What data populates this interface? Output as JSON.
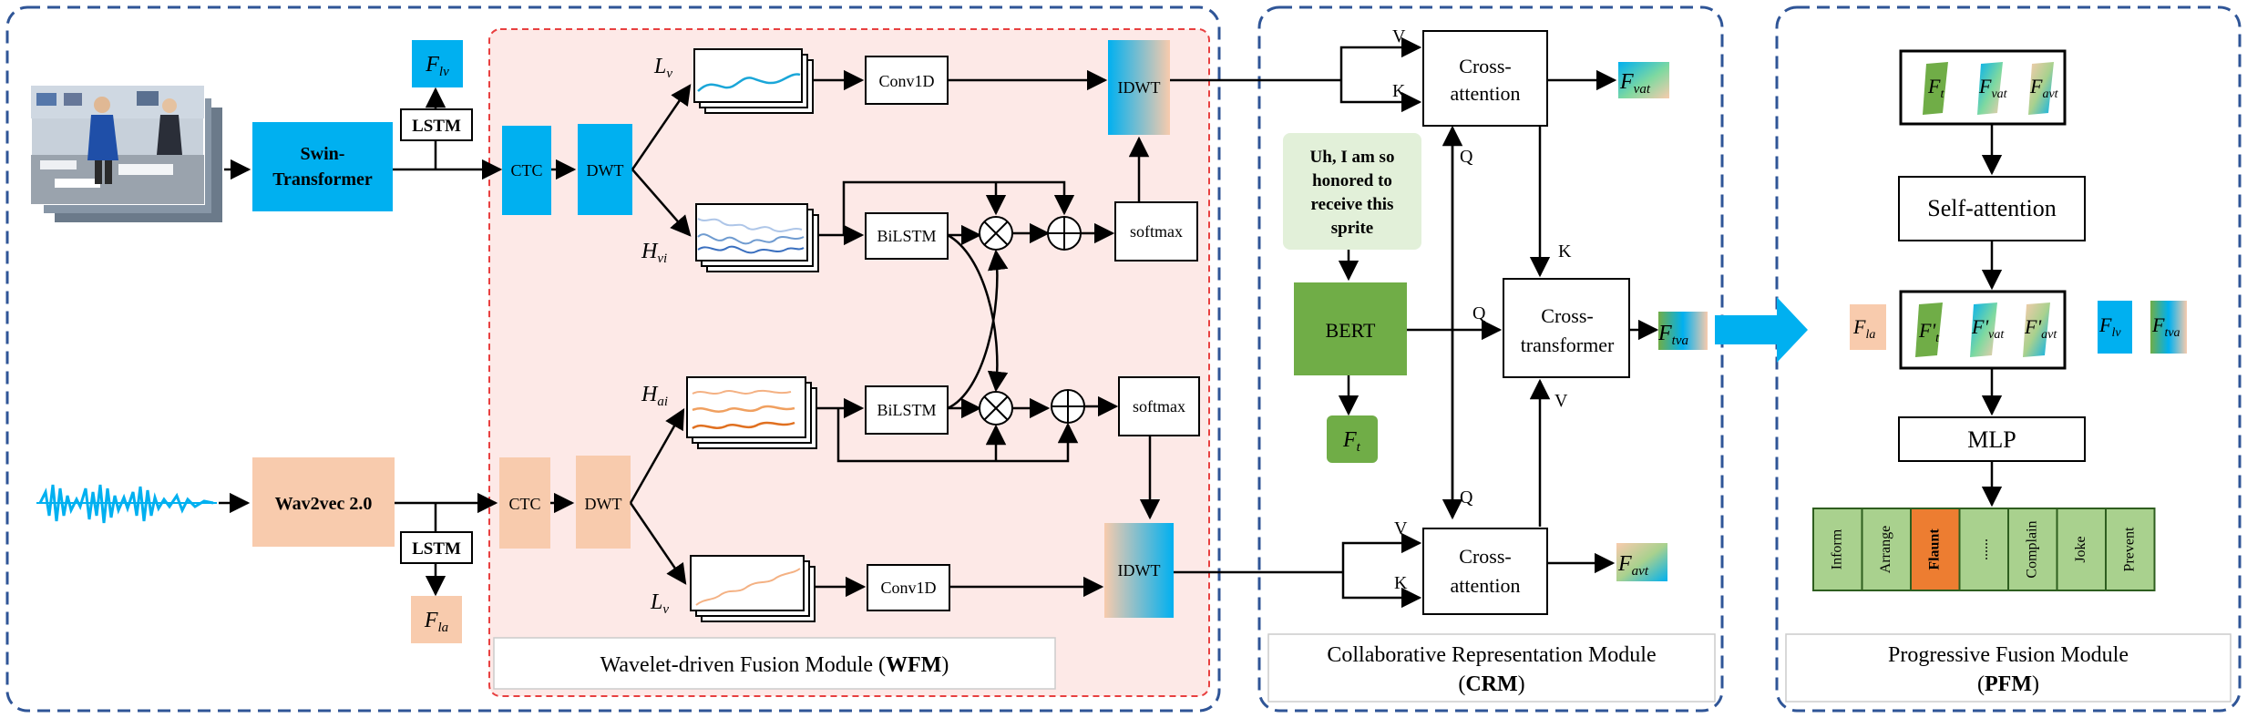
{
  "video_input": {
    "swin": "Swin-Transformer",
    "lstm": "LSTM",
    "f_lv": "F",
    "f_lv_sub": "lv"
  },
  "audio_input": {
    "wav2vec": "Wav2vec 2.0",
    "lstm": "LSTM",
    "f_la": "F",
    "f_la_sub": "la"
  },
  "wfm": {
    "ctc": "CTC",
    "dwt": "DWT",
    "conv1d": "Conv1D",
    "bilstm": "BiLSTM",
    "idwt": "IDWT",
    "softmax": "softmax",
    "L_v": "L",
    "L_v_sub": "v",
    "H_vi": "H",
    "H_vi_sub": "vi",
    "H_ai": "H",
    "H_ai_sub": "ai",
    "caption_text": "Wavelet-driven Fusion Module (",
    "caption_bold": "WFM",
    "caption_end": ")"
  },
  "crm": {
    "cross_attention_a": "Cross-",
    "cross_attention_b": "attention",
    "cross_transformer_a": "Cross-",
    "cross_transformer_b": "transformer",
    "bert": "BERT",
    "text_bubble": [
      "Uh, I am so",
      "honored to",
      "receive this",
      "sprite"
    ],
    "V": "V",
    "K": "K",
    "Q": "Q",
    "f_vat": "F",
    "f_vat_sub": "vat",
    "f_avt": "F",
    "f_avt_sub": "avt",
    "f_tva": "F",
    "f_tva_sub": "tva",
    "f_t": "F",
    "f_t_sub": "t",
    "caption_line1": "Collaborative Representation Module",
    "caption_line2": "CRM"
  },
  "pfm": {
    "self_attention": "Self-attention",
    "mlp": "MLP",
    "classes": [
      "Inform",
      "Arrange",
      "Flaunt",
      "......",
      "Complain",
      "Joke",
      "Prevent"
    ],
    "highlight_class": "Flaunt",
    "caption_line1": "Progressive Fusion Module",
    "caption_line2": "PFM",
    "top_feats": [
      "t",
      "vat",
      "avt"
    ],
    "mid_feats": [
      "la",
      "t",
      "vat",
      "avt",
      "lv",
      "tva"
    ]
  },
  "colors": {
    "blue": "#00b0f0",
    "peach": "#f8cbad",
    "green": "#70ad47",
    "light_green": "#a9d18e",
    "orange": "#ed7d31",
    "panel_border": "#2f5597",
    "wfm_fill": "#fde9e7",
    "wfm_border": "#e84040"
  }
}
